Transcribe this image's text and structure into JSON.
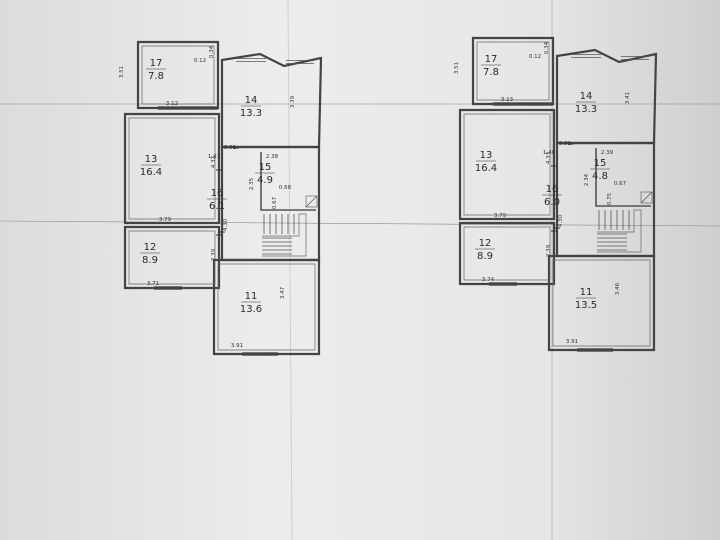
{
  "plans": [
    {
      "id": "left",
      "rooms": [
        {
          "num": "17",
          "area": "7.8"
        },
        {
          "num": "14",
          "area": "13.3"
        },
        {
          "num": "13",
          "area": "16.4"
        },
        {
          "num": "15",
          "area": "4.9"
        },
        {
          "num": "16",
          "area": "6.1"
        },
        {
          "num": "12",
          "area": "8.9"
        },
        {
          "num": "11",
          "area": "13.6"
        }
      ],
      "dims": [
        "3.51",
        "0.34",
        "0.12",
        "3.12",
        "3.39",
        "3.91",
        "1.41",
        "2.38",
        "4.32",
        "2.35",
        "0.68",
        "0.67",
        "3.79",
        "4.30",
        "2.39",
        "3.71",
        "3.47",
        "3.91"
      ]
    },
    {
      "id": "right",
      "rooms": [
        {
          "num": "17",
          "area": "7.8"
        },
        {
          "num": "14",
          "area": "13.3"
        },
        {
          "num": "13",
          "area": "16.4"
        },
        {
          "num": "15",
          "area": "4.8"
        },
        {
          "num": "16",
          "area": "6.0"
        },
        {
          "num": "12",
          "area": "8.9"
        },
        {
          "num": "11",
          "area": "13.5"
        }
      ],
      "dims": [
        "3.51",
        "0.34",
        "0.12",
        "3.13",
        "3.41",
        "3.91",
        "1.40",
        "2.39",
        "4.33",
        "2.34",
        "0.67",
        "0.75",
        "3.79",
        "4.30",
        "2.39",
        "3.74",
        "3.46",
        "3.91"
      ]
    }
  ]
}
